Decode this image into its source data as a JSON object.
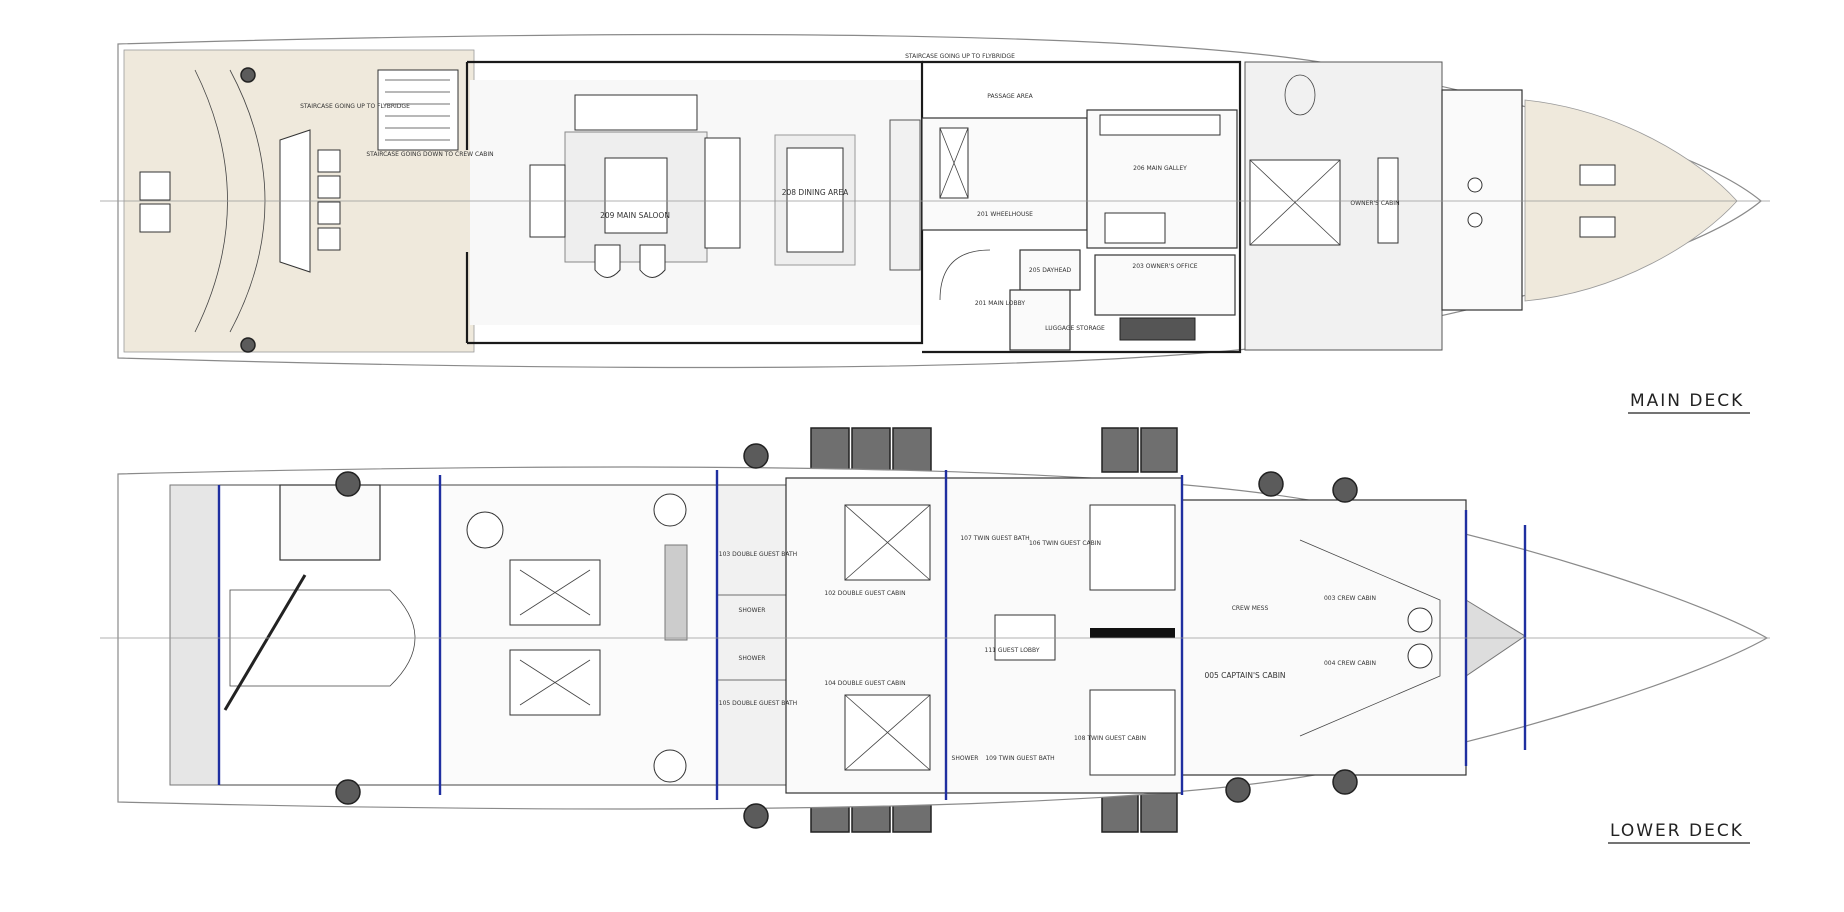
{
  "main_deck": {
    "title": "MAIN DECK",
    "labels": {
      "stair_up_aft": "STAIRCASE GOING UP TO FLYBRIDGE",
      "stair_down": "STAIRCASE GOING DOWN TO CREW CABIN",
      "stair_up_fwd": "STAIRCASE GOING UP TO FLYBRIDGE",
      "main_saloon": "209 MAIN SALOON",
      "dining": "208 DINING AREA",
      "passage": "PASSAGE AREA",
      "wheelhouse": "201 WHEELHOUSE",
      "galley": "206 MAIN GALLEY",
      "dayhead": "205 DAYHEAD",
      "lobby": "201 MAIN LOBBY",
      "luggage": "LUGGAGE STORAGE",
      "office": "203 OWNER'S OFFICE",
      "owner_cabin": "OWNER'S CABIN"
    }
  },
  "lower_deck": {
    "title": "LOWER DECK",
    "labels": {
      "bath_103": "103 DOUBLE GUEST BATH",
      "shower_1": "SHOWER",
      "shower_2": "SHOWER",
      "bath_105": "105 DOUBLE GUEST BATH",
      "cabin_102": "102 DOUBLE GUEST CABIN",
      "cabin_104": "104 DOUBLE GUEST CABIN",
      "lobby": "111 GUEST LOBBY",
      "twin_bath_107": "107 TWIN GUEST BATH",
      "twin_cabin_106": "106 TWIN GUEST CABIN",
      "twin_cabin_108": "108 TWIN GUEST CABIN",
      "twin_bath_109": "109 TWIN GUEST BATH",
      "shower_3": "SHOWER",
      "captain": "005 CAPTAIN'S CABIN",
      "crew_1": "003 CREW CABIN",
      "crew_2": "004 CREW CABIN",
      "crew_mess": "CREW MESS"
    }
  },
  "colors": {
    "bulkhead": "#1f2fa0",
    "teak": "#efe9dc",
    "hatch": "#6f6f6f"
  }
}
